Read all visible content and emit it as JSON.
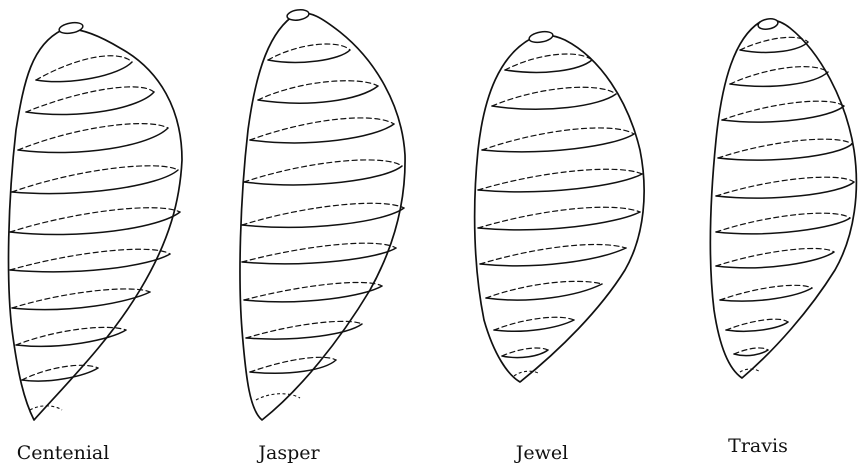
{
  "figure": {
    "items": [
      {
        "label": "Centenial"
      },
      {
        "label": "Jasper"
      },
      {
        "label": "Jewel"
      },
      {
        "label": "Travis"
      }
    ]
  }
}
